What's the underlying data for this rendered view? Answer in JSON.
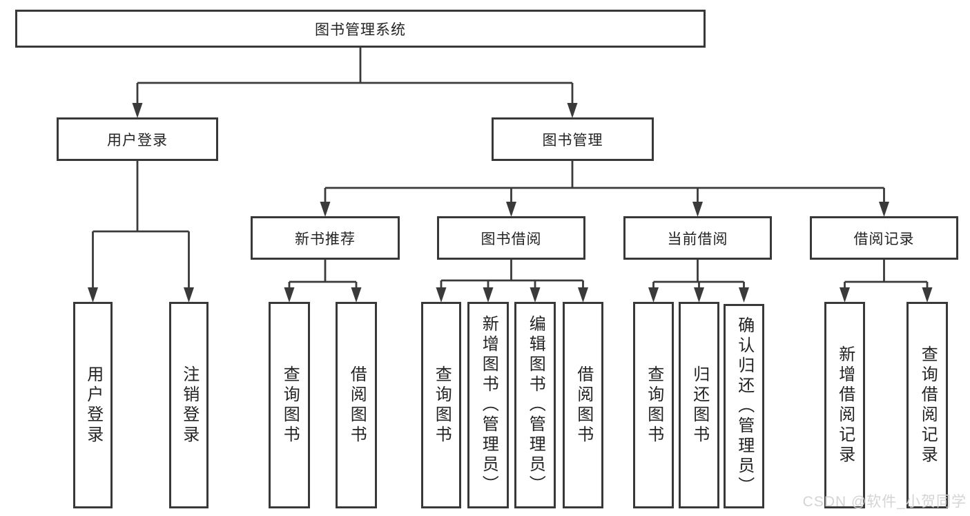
{
  "diagram": {
    "watermark": "CSDN @软件_小贺同学",
    "colors": {
      "line": "#3a3a3a",
      "box_border": "#383838",
      "text": "#232323",
      "watermark": "#d2d2d2",
      "background": "#ffffff"
    },
    "root": {
      "label": "图书管理系统"
    },
    "branches": [
      {
        "label": "用户登录",
        "children": [
          {
            "label": "用户登录"
          },
          {
            "label": "注销登录"
          }
        ]
      },
      {
        "label": "图书管理",
        "children": [
          {
            "label": "新书推荐",
            "children": [
              {
                "label": "查询图书"
              },
              {
                "label": "借阅图书"
              }
            ]
          },
          {
            "label": "图书借阅",
            "children": [
              {
                "label": "查询图书"
              },
              {
                "label": "新增图书（管理员）"
              },
              {
                "label": "编辑图书（管理员）"
              },
              {
                "label": "借阅图书"
              }
            ]
          },
          {
            "label": "当前借阅",
            "children": [
              {
                "label": "查询图书"
              },
              {
                "label": "归还图书"
              },
              {
                "label": "确认归还（管理员）"
              }
            ]
          },
          {
            "label": "借阅记录",
            "children": [
              {
                "label": "新增借阅记录"
              },
              {
                "label": "查询借阅记录"
              }
            ]
          }
        ]
      }
    ]
  }
}
